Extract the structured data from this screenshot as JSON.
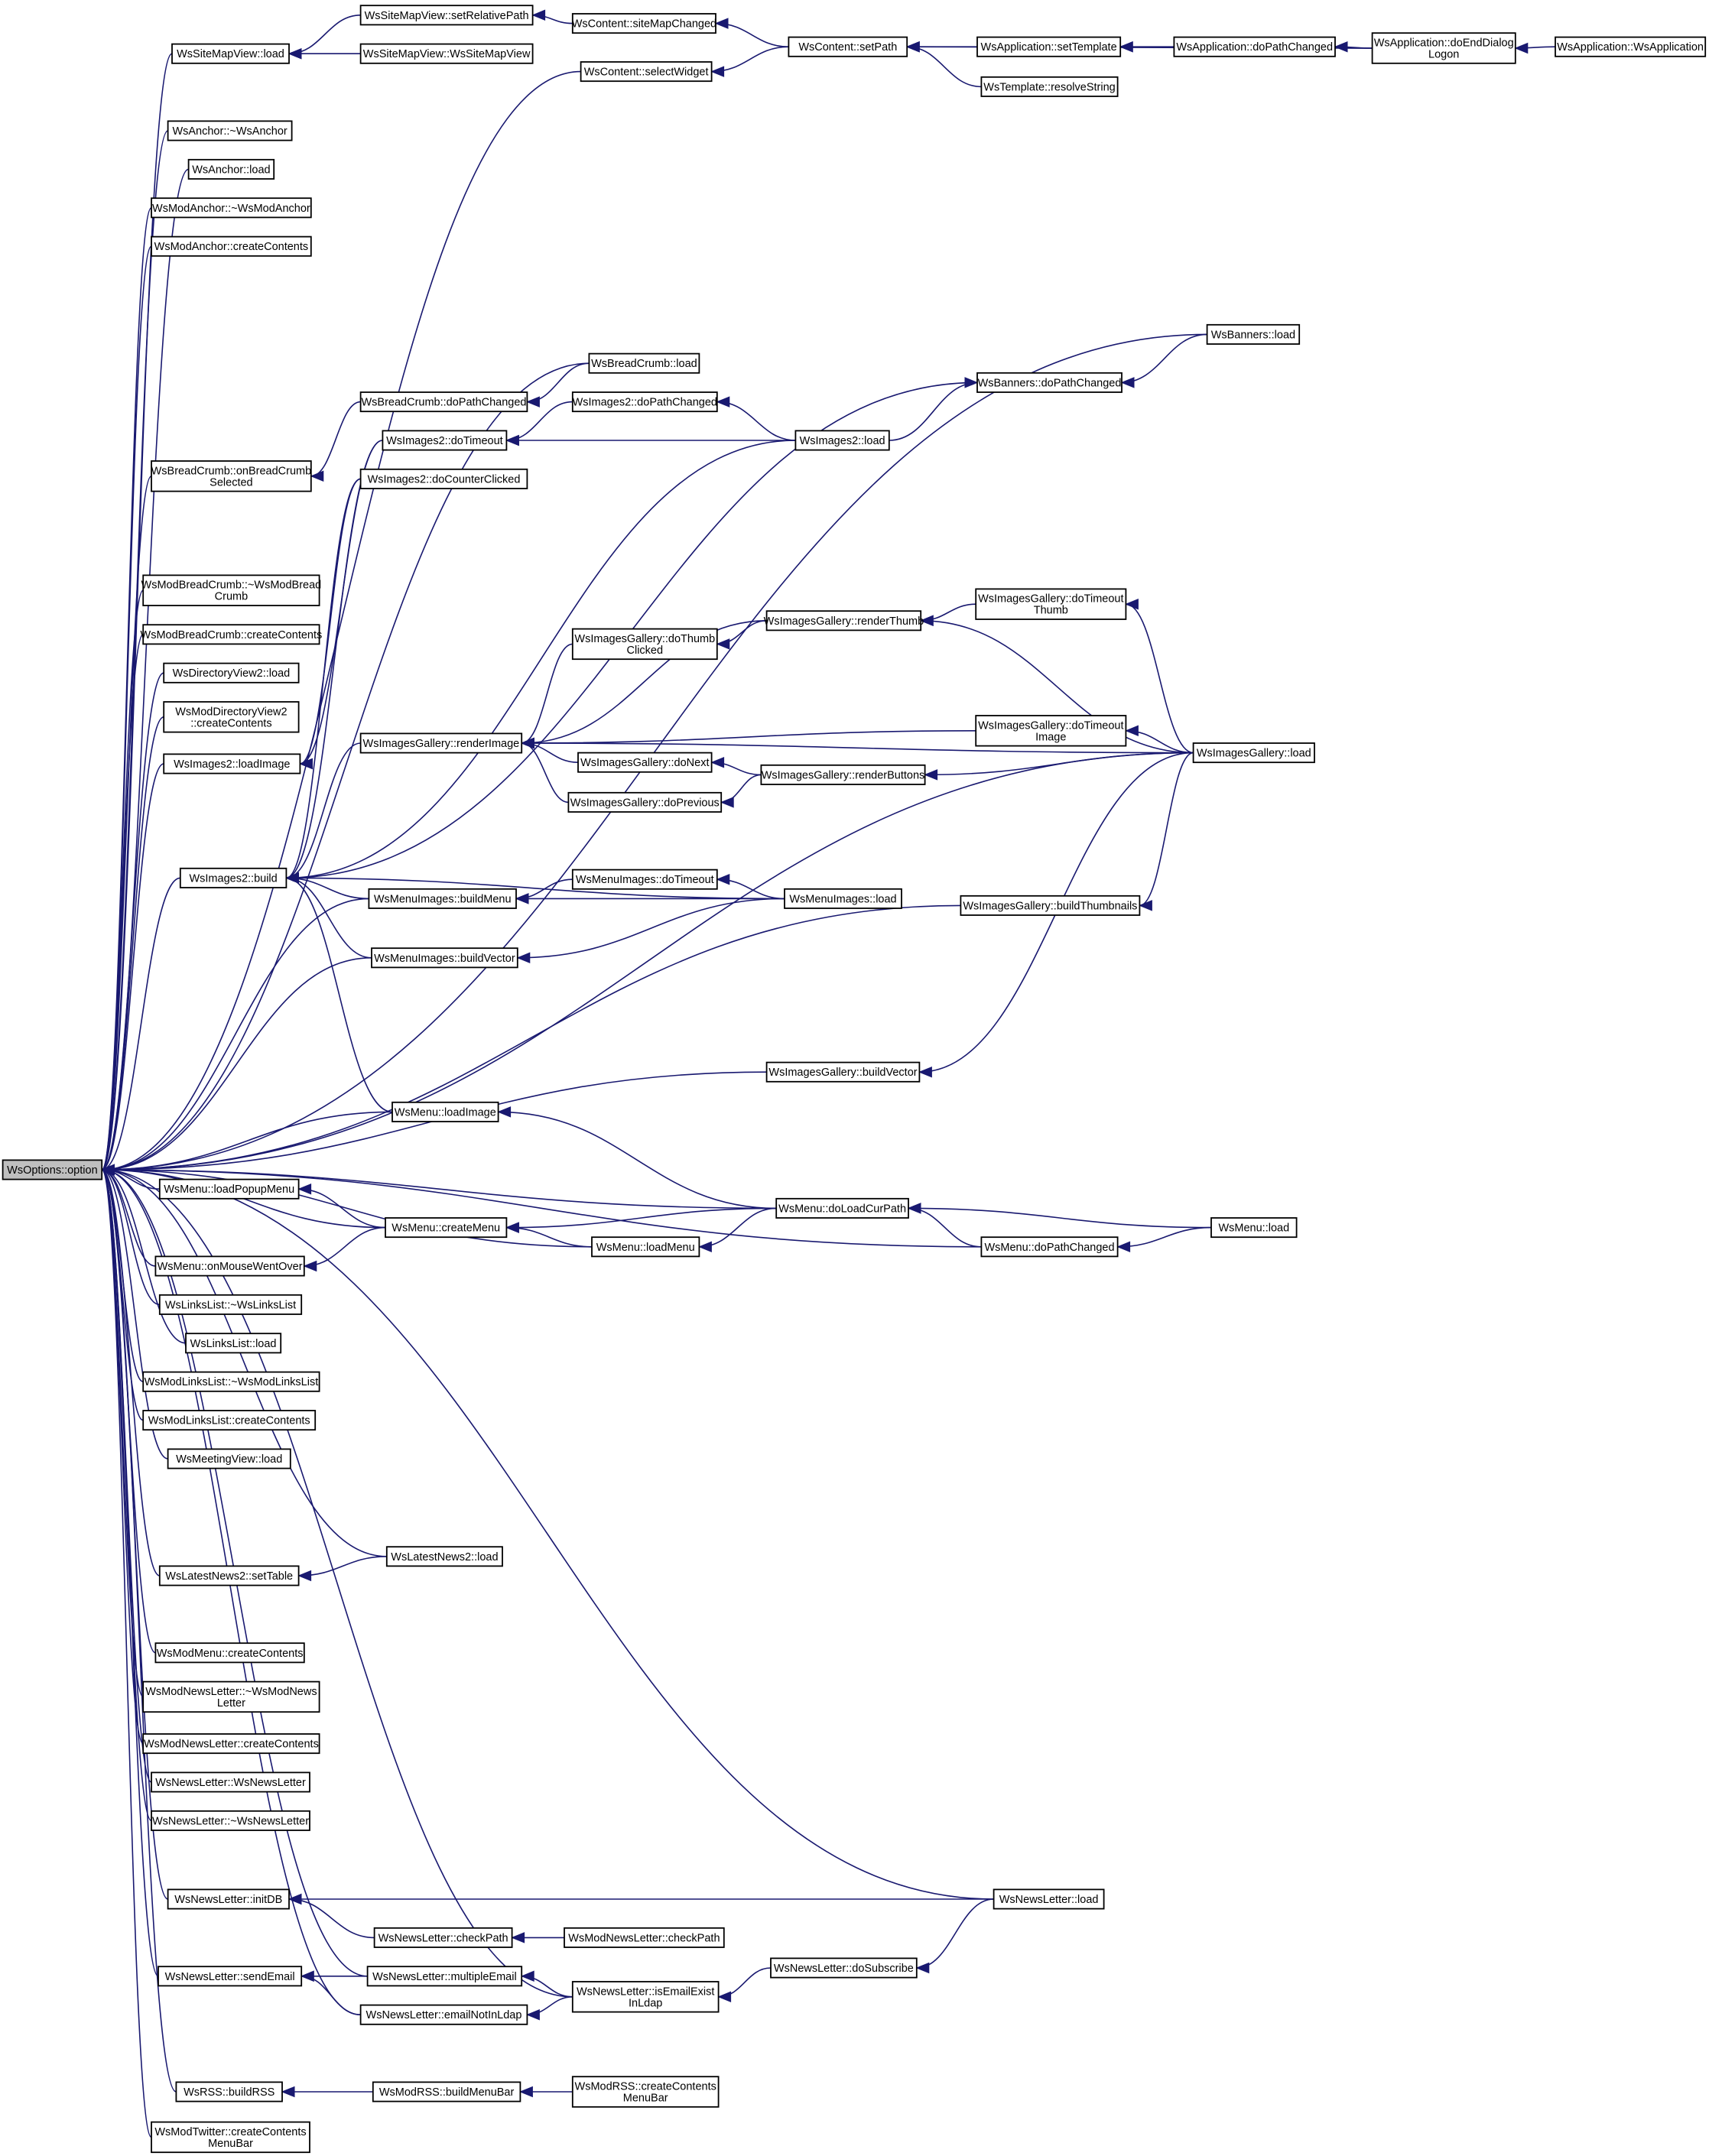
{
  "graph": {
    "edge_color": "#191970",
    "root_fill": "#bfbfbf",
    "nodes": [
      {
        "id": "root",
        "lines": [
          "WsOptions::option"
        ]
      },
      {
        "id": "smv_setrel",
        "lines": [
          "WsSiteMapView::setRelativePath"
        ]
      },
      {
        "id": "smv_load",
        "lines": [
          "WsSiteMapView::load"
        ]
      },
      {
        "id": "smv_ctor",
        "lines": [
          "WsSiteMapView::WsSiteMapView"
        ]
      },
      {
        "id": "c_smc",
        "lines": [
          "WsContent::siteMapChanged"
        ]
      },
      {
        "id": "c_sw",
        "lines": [
          "WsContent::selectWidget"
        ]
      },
      {
        "id": "c_sp",
        "lines": [
          "WsContent::setPath"
        ]
      },
      {
        "id": "app_st",
        "lines": [
          "WsApplication::setTemplate"
        ]
      },
      {
        "id": "app_dpc",
        "lines": [
          "WsApplication::doPathChanged"
        ]
      },
      {
        "id": "app_dedl",
        "lines": [
          "WsApplication::doEndDialog",
          "Logon"
        ]
      },
      {
        "id": "app_ctor",
        "lines": [
          "WsApplication::WsApplication"
        ]
      },
      {
        "id": "tpl_rs",
        "lines": [
          "WsTemplate::resolveString"
        ]
      },
      {
        "id": "anc_dtor",
        "lines": [
          "WsAnchor::~WsAnchor"
        ]
      },
      {
        "id": "anc_load",
        "lines": [
          "WsAnchor::load"
        ]
      },
      {
        "id": "manc_dtor",
        "lines": [
          "WsModAnchor::~WsModAnchor"
        ]
      },
      {
        "id": "manc_cc",
        "lines": [
          "WsModAnchor::createContents"
        ]
      },
      {
        "id": "ban_load",
        "lines": [
          "WsBanners::load"
        ]
      },
      {
        "id": "bc_load",
        "lines": [
          "WsBreadCrumb::load"
        ]
      },
      {
        "id": "ban_dpc",
        "lines": [
          "WsBanners::doPathChanged"
        ]
      },
      {
        "id": "bc_dpc",
        "lines": [
          "WsBreadCrumb::doPathChanged"
        ]
      },
      {
        "id": "i2_dpc",
        "lines": [
          "WsImages2::doPathChanged"
        ]
      },
      {
        "id": "i2_dto",
        "lines": [
          "WsImages2::doTimeout"
        ]
      },
      {
        "id": "i2_load",
        "lines": [
          "WsImages2::load"
        ]
      },
      {
        "id": "bc_obc",
        "lines": [
          "WsBreadCrumb::onBreadCrumb",
          "Selected"
        ]
      },
      {
        "id": "i2_dcc",
        "lines": [
          "WsImages2::doCounterClicked"
        ]
      },
      {
        "id": "mbc_dtor",
        "lines": [
          "WsModBreadCrumb::~WsModBread",
          "Crumb"
        ]
      },
      {
        "id": "mbc_cc",
        "lines": [
          "WsModBreadCrumb::createContents"
        ]
      },
      {
        "id": "dv2_load",
        "lines": [
          "WsDirectoryView2::load"
        ]
      },
      {
        "id": "mdv2_cc",
        "lines": [
          "WsModDirectoryView2",
          "::createContents"
        ]
      },
      {
        "id": "i2_li",
        "lines": [
          "WsImages2::loadImage"
        ]
      },
      {
        "id": "ig_dtt",
        "lines": [
          "WsImagesGallery::doTimeout",
          "Thumb"
        ]
      },
      {
        "id": "ig_rt",
        "lines": [
          "WsImagesGallery::renderThumb"
        ]
      },
      {
        "id": "ig_dtc",
        "lines": [
          "WsImagesGallery::doThumb",
          "Clicked"
        ]
      },
      {
        "id": "ig_dti",
        "lines": [
          "WsImagesGallery::doTimeout",
          "Image"
        ]
      },
      {
        "id": "ig_load",
        "lines": [
          "WsImagesGallery::load"
        ]
      },
      {
        "id": "ig_ri",
        "lines": [
          "WsImagesGallery::renderImage"
        ]
      },
      {
        "id": "ig_dn",
        "lines": [
          "WsImagesGallery::doNext"
        ]
      },
      {
        "id": "ig_rb",
        "lines": [
          "WsImagesGallery::renderButtons"
        ]
      },
      {
        "id": "ig_dp",
        "lines": [
          "WsImagesGallery::doPrevious"
        ]
      },
      {
        "id": "i2_build",
        "lines": [
          "WsImages2::build"
        ]
      },
      {
        "id": "mi_dto",
        "lines": [
          "WsMenuImages::doTimeout"
        ]
      },
      {
        "id": "mi_bm",
        "lines": [
          "WsMenuImages::buildMenu"
        ]
      },
      {
        "id": "mi_load",
        "lines": [
          "WsMenuImages::load"
        ]
      },
      {
        "id": "ig_bt",
        "lines": [
          "WsImagesGallery::buildThumbnails"
        ]
      },
      {
        "id": "mi_bv",
        "lines": [
          "WsMenuImages::buildVector"
        ]
      },
      {
        "id": "ig_bv",
        "lines": [
          "WsImagesGallery::buildVector"
        ]
      },
      {
        "id": "m_li",
        "lines": [
          "WsMenu::loadImage"
        ]
      },
      {
        "id": "m_lpm",
        "lines": [
          "WsMenu::loadPopupMenu"
        ]
      },
      {
        "id": "m_dlcp",
        "lines": [
          "WsMenu::doLoadCurPath"
        ]
      },
      {
        "id": "m_cm",
        "lines": [
          "WsMenu::createMenu"
        ]
      },
      {
        "id": "m_load",
        "lines": [
          "WsMenu::load"
        ]
      },
      {
        "id": "m_lm",
        "lines": [
          "WsMenu::loadMenu"
        ]
      },
      {
        "id": "m_dpc",
        "lines": [
          "WsMenu::doPathChanged"
        ]
      },
      {
        "id": "m_omwo",
        "lines": [
          "WsMenu::onMouseWentOver"
        ]
      },
      {
        "id": "ll_dtor",
        "lines": [
          "WsLinksList::~WsLinksList"
        ]
      },
      {
        "id": "ll_load",
        "lines": [
          "WsLinksList::load"
        ]
      },
      {
        "id": "mll_dtor",
        "lines": [
          "WsModLinksList::~WsModLinksList"
        ]
      },
      {
        "id": "mll_cc",
        "lines": [
          "WsModLinksList::createContents"
        ]
      },
      {
        "id": "mv_load",
        "lines": [
          "WsMeetingView::load"
        ]
      },
      {
        "id": "ln2_load",
        "lines": [
          "WsLatestNews2::load"
        ]
      },
      {
        "id": "ln2_st",
        "lines": [
          "WsLatestNews2::setTable"
        ]
      },
      {
        "id": "mm_cc",
        "lines": [
          "WsModMenu::createContents"
        ]
      },
      {
        "id": "mnl_dtor",
        "lines": [
          "WsModNewsLetter::~WsModNews",
          "Letter"
        ]
      },
      {
        "id": "mnl_cc",
        "lines": [
          "WsModNewsLetter::createContents"
        ]
      },
      {
        "id": "nl_ctor",
        "lines": [
          "WsNewsLetter::WsNewsLetter"
        ]
      },
      {
        "id": "nl_dtor",
        "lines": [
          "WsNewsLetter::~WsNewsLetter"
        ]
      },
      {
        "id": "nl_init",
        "lines": [
          "WsNewsLetter::initDB"
        ]
      },
      {
        "id": "nl_load",
        "lines": [
          "WsNewsLetter::load"
        ]
      },
      {
        "id": "nl_cp",
        "lines": [
          "WsNewsLetter::checkPath"
        ]
      },
      {
        "id": "mnl_cp",
        "lines": [
          "WsModNewsLetter::checkPath"
        ]
      },
      {
        "id": "nl_ds",
        "lines": [
          "WsNewsLetter::doSubscribe"
        ]
      },
      {
        "id": "nl_se",
        "lines": [
          "WsNewsLetter::sendEmail"
        ]
      },
      {
        "id": "nl_me",
        "lines": [
          "WsNewsLetter::multipleEmail"
        ]
      },
      {
        "id": "nl_iee",
        "lines": [
          "WsNewsLetter::isEmailExist",
          "InLdap"
        ]
      },
      {
        "id": "nl_enil",
        "lines": [
          "WsNewsLetter::emailNotInLdap"
        ]
      },
      {
        "id": "rss_b",
        "lines": [
          "WsRSS::buildRSS"
        ]
      },
      {
        "id": "mrss_bmb",
        "lines": [
          "WsModRSS::buildMenuBar"
        ]
      },
      {
        "id": "mrss_ccmb",
        "lines": [
          "WsModRSS::createContents",
          "MenuBar"
        ]
      },
      {
        "id": "mtw_ccmb",
        "lines": [
          "WsModTwitter::createContents",
          "MenuBar"
        ]
      }
    ]
  }
}
